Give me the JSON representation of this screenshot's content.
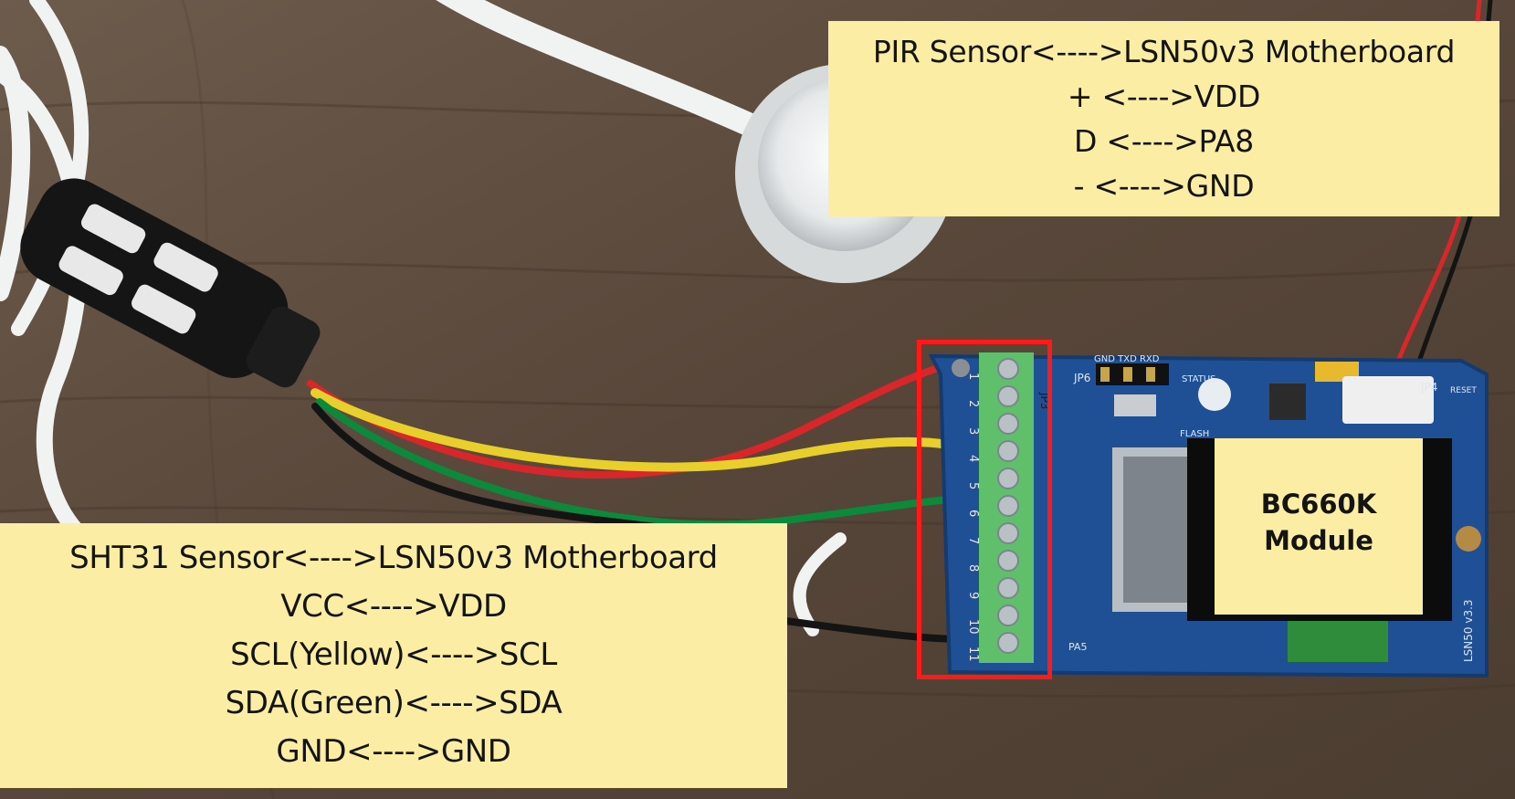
{
  "pir_note": {
    "lines": [
      "PIR Sensor<---->LSN50v3 Motherboard",
      "+ <---->VDD",
      "D <---->PA8",
      "- <---->GND"
    ]
  },
  "sht_note": {
    "lines": [
      "SHT31 Sensor<---->LSN50v3 Motherboard",
      "VCC<---->VDD",
      "SCL(Yellow)<---->SCL",
      "SDA(Green)<---->SDA",
      "GND<---->GND"
    ]
  },
  "module_note": {
    "lines": [
      "BC660K",
      "Module"
    ]
  },
  "board": {
    "silkscreen": {
      "header_pins": "GND TXD RXD",
      "jp3": "JP3",
      "jp4": "JP4",
      "jp6": "JP6",
      "reset": "RESET",
      "status": "STATUS",
      "flash": "FLASH",
      "pa5": "PA5",
      "version": "LSN50 v3.3",
      "terminal_numbers": [
        "1",
        "2",
        "3",
        "4",
        "5",
        "6",
        "7",
        "8",
        "9",
        "10",
        "11"
      ]
    }
  },
  "colors": {
    "note_background": "#fbeea4",
    "highlight": "#ff1a1a",
    "pcb": "#1f4f94",
    "terminal_block": "#5fbf6a",
    "wire_red": "#d8262b",
    "wire_yellow": "#e8cf2c",
    "wire_green": "#0c8a3c",
    "wire_black": "#141414",
    "table": "#5b4a3d"
  }
}
